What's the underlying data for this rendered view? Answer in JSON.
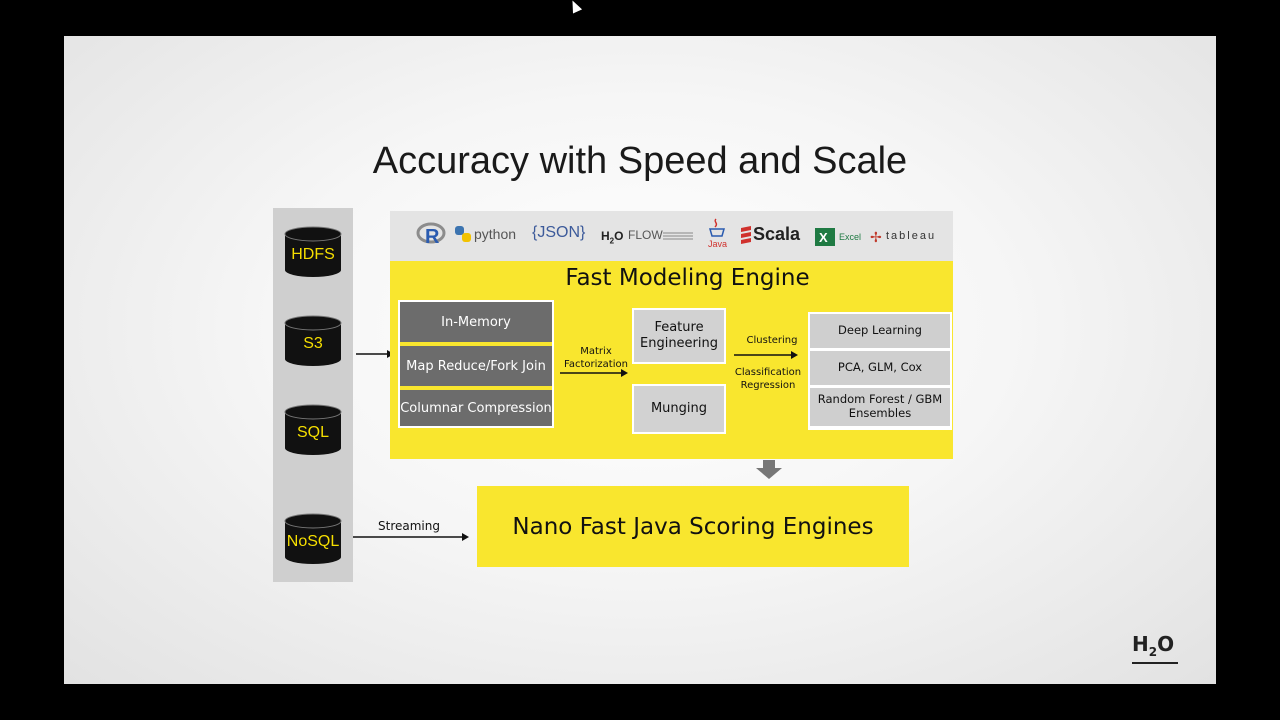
{
  "slide": {
    "title": "Accuracy with Speed and Scale"
  },
  "data_sources": [
    "HDFS",
    "S3",
    "SQL",
    "NoSQL"
  ],
  "logos": {
    "python": "python",
    "json": "{JSON}",
    "h2o_flow": "FLOW",
    "java": "Java",
    "scala": "Scala",
    "excel": "Excel",
    "tableau": "tableau"
  },
  "engine": {
    "title": "Fast Modeling Engine",
    "storage": [
      "In-Memory",
      "Map Reduce/Fork Join",
      "Columnar Compression"
    ],
    "matrix_label": "Matrix Factorization",
    "feature_engineering": "Feature Engineering",
    "munging": "Munging",
    "clustering_label": "Clustering",
    "classification_label": "Classification Regression",
    "models": [
      "Deep Learning",
      "PCA, GLM, Cox",
      "Random Forest / GBM Ensembles"
    ]
  },
  "streaming_label": "Streaming",
  "scoring": {
    "label": "Nano Fast Java Scoring Engines"
  },
  "colors": {
    "yellow": "#f9e62e",
    "dark_box": "#6c6c6c",
    "light_box": "#d2d2d2"
  }
}
